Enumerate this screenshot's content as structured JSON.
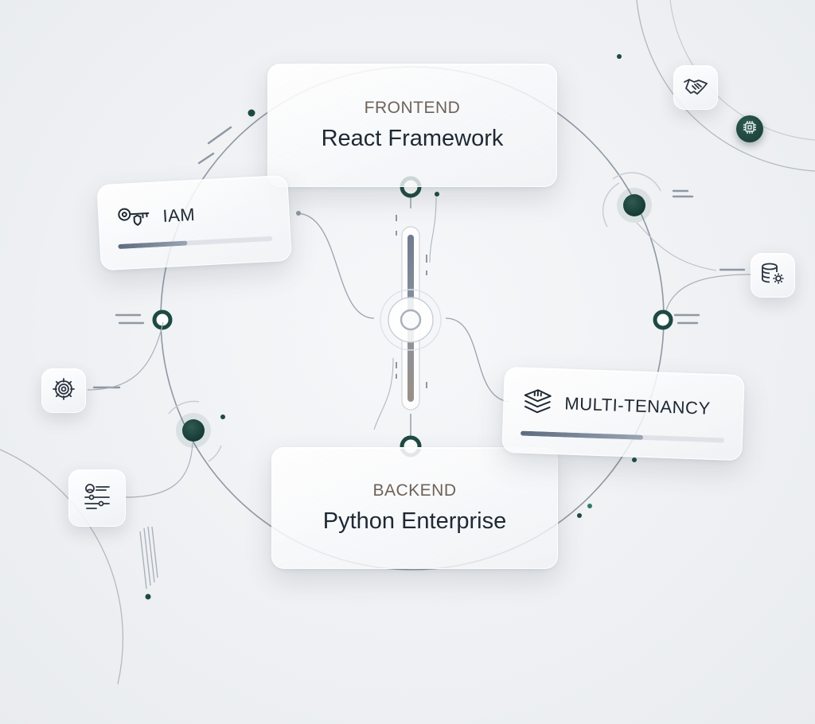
{
  "frontend": {
    "kicker": "FRONTEND",
    "title": "React Framework"
  },
  "backend": {
    "kicker": "BACKEND",
    "title": "Python Enterprise"
  },
  "iam": {
    "label": "IAM",
    "progress": 0.45
  },
  "multi_tenancy": {
    "label": "MULTI-TENANCY",
    "progress": 0.6
  },
  "icons": [
    "key-shield-icon",
    "handshake-icon",
    "chip-icon",
    "database-gear-icon",
    "gear-icon",
    "user-sliders-icon",
    "layers-chart-icon"
  ],
  "colors": {
    "node": "#1d4a42",
    "line": "#8a939e",
    "kicker": "#6e6259",
    "text": "#1f2933"
  }
}
